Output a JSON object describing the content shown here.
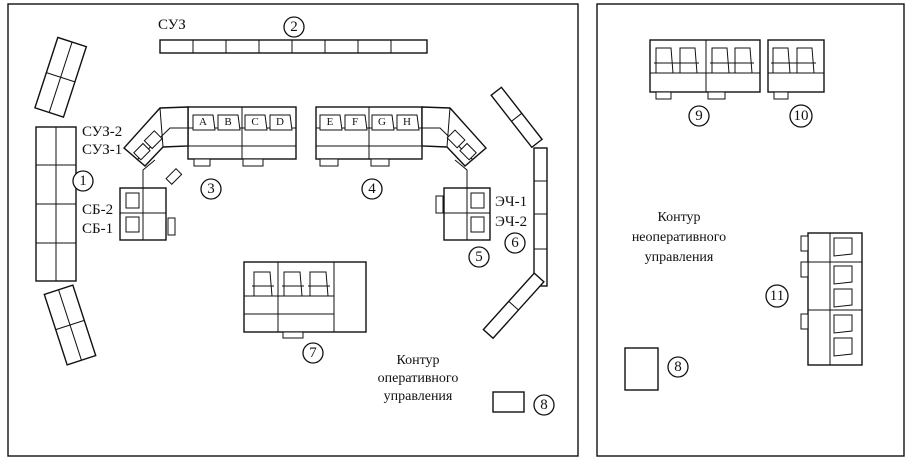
{
  "labels": {
    "suz": "СУЗ",
    "suz2": "СУЗ-2",
    "suz1": "СУЗ-1",
    "sb2": "СБ-2",
    "sb1": "СБ-1",
    "ech1": "ЭЧ-1",
    "ech2": "ЭЧ-2"
  },
  "keys": [
    "A",
    "B",
    "C",
    "D",
    "E",
    "F",
    "G",
    "H"
  ],
  "numbers": [
    "1",
    "2",
    "3",
    "4",
    "5",
    "6",
    "7",
    "8",
    "8",
    "9",
    "10",
    "11"
  ],
  "operative_contour": [
    "Контур",
    "оперативного",
    "управления"
  ],
  "nonoperative_contour": [
    "Контур",
    "неоперативного",
    "управления"
  ]
}
